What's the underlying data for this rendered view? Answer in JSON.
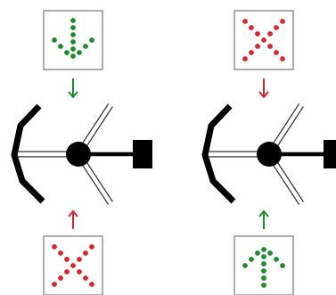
{
  "colors": {
    "background": "#ffffff",
    "green": "#1e8a2e",
    "red": "#d8262c",
    "black": "#000000",
    "panel_border": "#8a8a8a",
    "rail_outline": "#333333",
    "rail_fill": "#ffffff"
  },
  "diagrams": [
    {
      "id": "left",
      "top_signal": {
        "icon": "green-arrow-down-icon",
        "meaning": "proceed"
      },
      "top_arrow": {
        "icon": "green-down-arrow-icon",
        "direction": "down"
      },
      "bottom_signal": {
        "icon": "red-x-icon",
        "meaning": "stop"
      },
      "bottom_arrow": {
        "icon": "red-up-arrow-icon",
        "direction": "up"
      }
    },
    {
      "id": "right",
      "top_signal": {
        "icon": "red-x-icon",
        "meaning": "stop"
      },
      "top_arrow": {
        "icon": "red-down-arrow-icon",
        "direction": "down"
      },
      "bottom_signal": {
        "icon": "green-arrow-up-icon",
        "meaning": "proceed"
      },
      "bottom_arrow": {
        "icon": "green-up-arrow-icon",
        "direction": "up"
      }
    }
  ]
}
